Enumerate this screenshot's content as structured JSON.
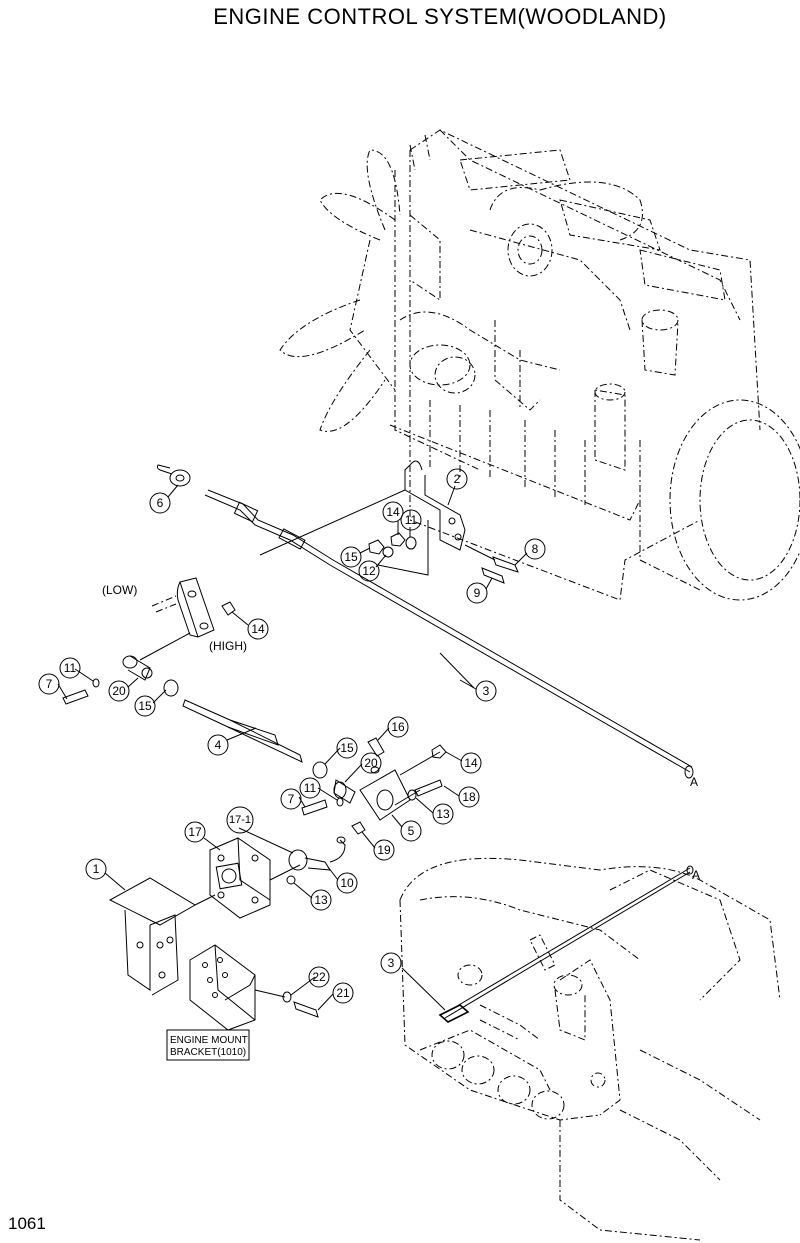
{
  "title": "ENGINE CONTROL SYSTEM(WOODLAND)",
  "page_number": "1061",
  "notes": {
    "low": "(LOW)",
    "high": "(HIGH)",
    "engine_mount_line1": "ENGINE MOUNT",
    "engine_mount_line2": "BRACKET(1010)",
    "ref_a_top": "A",
    "ref_a_bottom": "A"
  },
  "callouts": {
    "c1": "1",
    "c2": "2",
    "c3a": "3",
    "c3b": "3",
    "c4": "4",
    "c5": "5",
    "c6": "6",
    "c7a": "7",
    "c7b": "7",
    "c8": "8",
    "c9": "9",
    "c10": "10",
    "c11a": "11",
    "c11b": "11",
    "c11c": "11",
    "c12": "12",
    "c13a": "13",
    "c13b": "13",
    "c14a": "14",
    "c14b": "14",
    "c14c": "14",
    "c15a": "15",
    "c15b": "15",
    "c15c": "15",
    "c16": "16",
    "c17": "17",
    "c17_1": "17-1",
    "c18": "18",
    "c19": "19",
    "c20a": "20",
    "c20b": "20",
    "c21": "21",
    "c22": "22"
  }
}
